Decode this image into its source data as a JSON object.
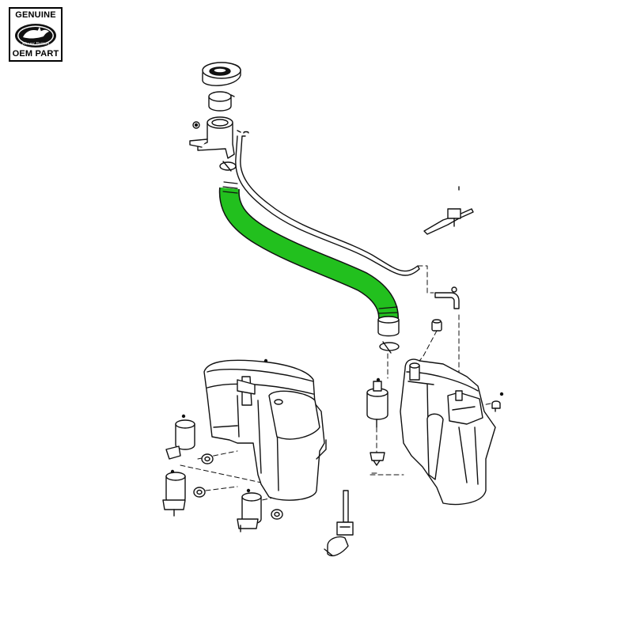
{
  "badge": {
    "line1": "GENUINE",
    "line2": "OEM PART",
    "logo_script": "Miami British"
  },
  "colors": {
    "highlight": "#22c01e",
    "line": "#111111",
    "fill": "#ffffff"
  },
  "parts": {
    "filler_cap": "filler-cap",
    "filler_neck": "filler-neck",
    "filler_hose": "filler-hose",
    "overflow_pipe": "overflow-pipe",
    "rear_reservoir": "rear-washer-reservoir",
    "front_reservoir": "front-washer-reservoir",
    "pumps": "washer-pumps",
    "level_sensor": "level-sensor"
  }
}
